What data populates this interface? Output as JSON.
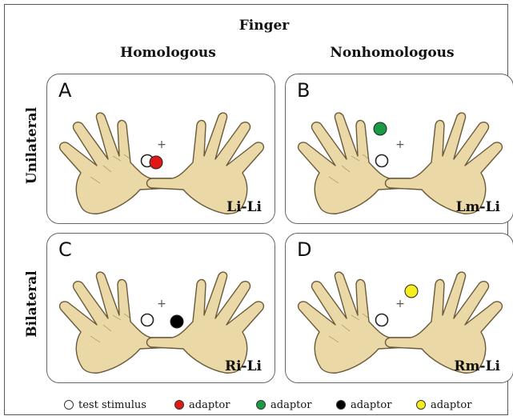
{
  "header": {
    "top": "Finger",
    "col_left": "Homologous",
    "col_right": "Nonhomologous"
  },
  "rows": {
    "top": "Unilateral",
    "bottom": "Bilateral"
  },
  "panels": [
    {
      "letter": "A",
      "condition": "Li-Li",
      "adaptor_color": "#e11818"
    },
    {
      "letter": "B",
      "condition": "Lm-Li",
      "adaptor_color": "#1a9a45"
    },
    {
      "letter": "C",
      "condition": "Ri-Li",
      "adaptor_color": "#000000"
    },
    {
      "letter": "D",
      "condition": "Rm-Li",
      "adaptor_color": "#f5ee1c"
    }
  ],
  "legend": [
    {
      "label": "test stimulus",
      "color": "#ffffff"
    },
    {
      "label": "adaptor",
      "color": "#e11818"
    },
    {
      "label": "adaptor",
      "color": "#1a9a45"
    },
    {
      "label": "adaptor",
      "color": "#000000"
    },
    {
      "label": "adaptor",
      "color": "#f5ee1c"
    }
  ],
  "colors": {
    "skin": "#ead9a6",
    "outline": "#6b5a3a"
  }
}
